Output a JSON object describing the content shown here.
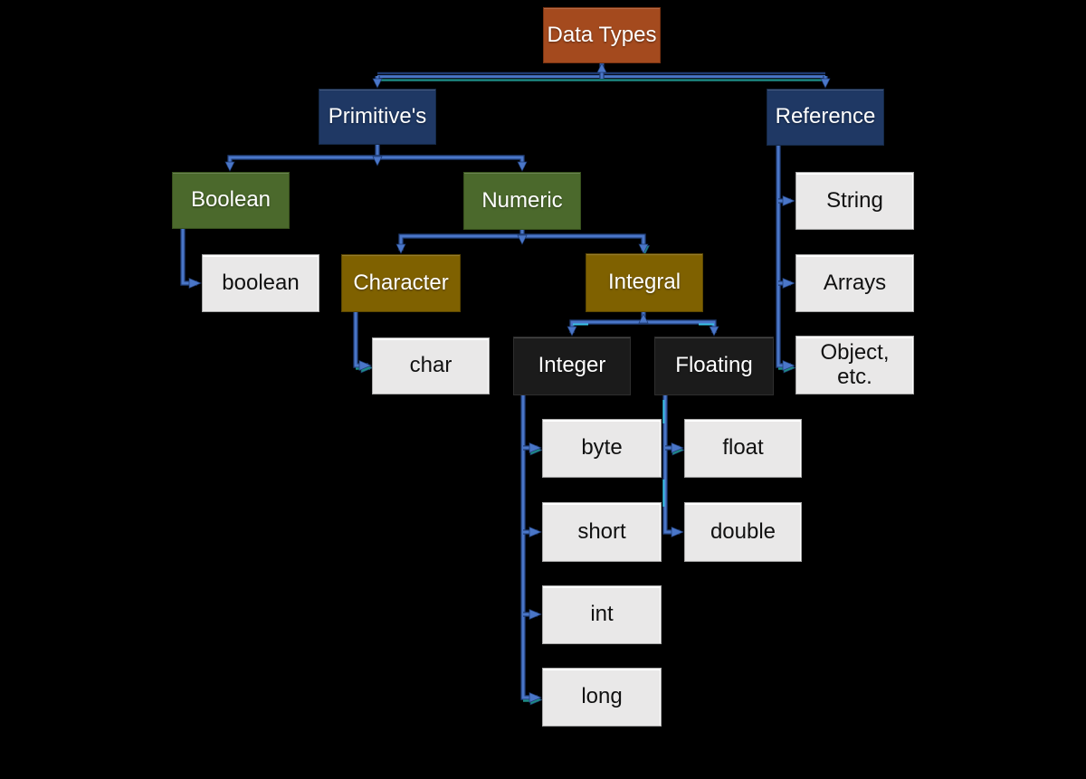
{
  "diagram": {
    "background": "#000000",
    "palette": {
      "orange": {
        "bg": "#A44A1E",
        "border": "#7A3312",
        "text": "#FFFFFF"
      },
      "navy": {
        "bg": "#1F3864",
        "border": "#152947",
        "text": "#FFFFFF"
      },
      "green": {
        "bg": "#4B692C",
        "border": "#38511D",
        "text": "#FFFFFF"
      },
      "gold": {
        "bg": "#7F6100",
        "border": "#5C4700",
        "text": "#FFFFFF"
      },
      "black": {
        "bg": "#1B1B1B",
        "border": "#2E2E2E",
        "text": "#FFFFFF"
      },
      "gray": {
        "bg": "#E9E8E8",
        "border": "#A8A8A8",
        "text": "#111111"
      }
    },
    "connector_colors": {
      "navy": "#1E3A70",
      "blue": "#4A76C8",
      "teal": "#1E8C86",
      "cyan": "#38C3E6"
    },
    "nodes": [
      {
        "id": "data-types",
        "label": "Data Types",
        "style": "orange"
      },
      {
        "id": "primitives",
        "label": "Primitive's",
        "style": "navy"
      },
      {
        "id": "reference",
        "label": "Reference",
        "style": "navy"
      },
      {
        "id": "boolean-cat",
        "label": "Boolean",
        "style": "green"
      },
      {
        "id": "numeric",
        "label": "Numeric",
        "style": "green"
      },
      {
        "id": "boolean",
        "label": "boolean",
        "style": "gray"
      },
      {
        "id": "character",
        "label": "Character",
        "style": "gold"
      },
      {
        "id": "integral",
        "label": "Integral",
        "style": "gold"
      },
      {
        "id": "char",
        "label": "char",
        "style": "gray"
      },
      {
        "id": "integer",
        "label": "Integer",
        "style": "black"
      },
      {
        "id": "floating",
        "label": "Floating",
        "style": "black"
      },
      {
        "id": "byte",
        "label": "byte",
        "style": "gray"
      },
      {
        "id": "short",
        "label": "short",
        "style": "gray"
      },
      {
        "id": "int",
        "label": "int",
        "style": "gray"
      },
      {
        "id": "long",
        "label": "long",
        "style": "gray"
      },
      {
        "id": "float",
        "label": "float",
        "style": "gray"
      },
      {
        "id": "double",
        "label": "double",
        "style": "gray"
      },
      {
        "id": "string",
        "label": "String",
        "style": "gray"
      },
      {
        "id": "arrays",
        "label": "Arrays",
        "style": "gray"
      },
      {
        "id": "object-etc",
        "label": "Object,\netc.",
        "style": "gray"
      }
    ],
    "edges": [
      [
        "data-types",
        "primitives"
      ],
      [
        "data-types",
        "reference"
      ],
      [
        "primitives",
        "boolean-cat"
      ],
      [
        "primitives",
        "numeric"
      ],
      [
        "boolean-cat",
        "boolean"
      ],
      [
        "numeric",
        "character"
      ],
      [
        "numeric",
        "integral"
      ],
      [
        "character",
        "char"
      ],
      [
        "integral",
        "integer"
      ],
      [
        "integral",
        "floating"
      ],
      [
        "integer",
        "byte"
      ],
      [
        "integer",
        "short"
      ],
      [
        "integer",
        "int"
      ],
      [
        "integer",
        "long"
      ],
      [
        "floating",
        "float"
      ],
      [
        "floating",
        "double"
      ],
      [
        "reference",
        "string"
      ],
      [
        "reference",
        "arrays"
      ],
      [
        "reference",
        "object-etc"
      ]
    ]
  }
}
